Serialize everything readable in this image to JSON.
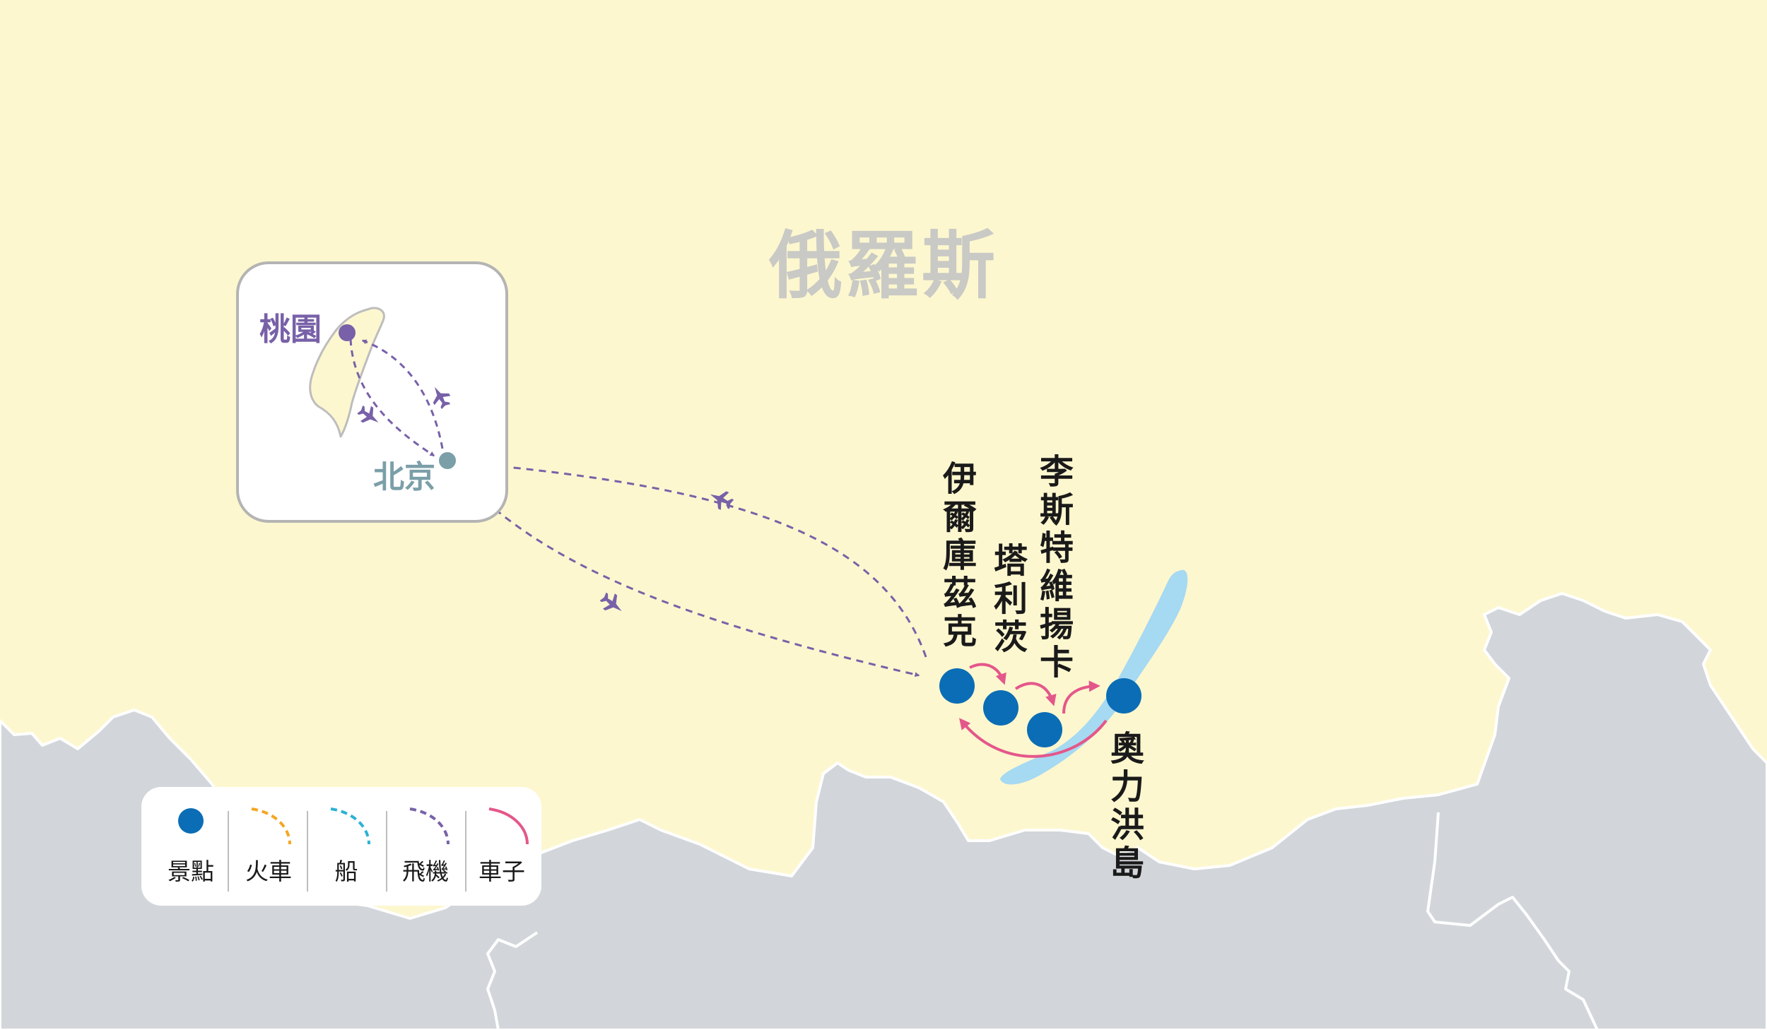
{
  "colors": {
    "land_russia": "#fdf7cf",
    "land_south": "#d2d6da",
    "border": "#ffffff",
    "lake": "#a6d9f2",
    "attraction": "#0b6db5",
    "train": "#f5a623",
    "boat": "#2cb2d4",
    "plane": "#7861a8",
    "car": "#e4578a",
    "taoyuan": "#7861a8",
    "beijing": "#7b9fa8",
    "country_label": "#c9c9c5"
  },
  "map": {
    "country_label": "俄羅斯"
  },
  "inset": {
    "taoyuan_label": "桃園",
    "beijing_label": "北京"
  },
  "places": {
    "irkutsk": "伊爾庫茲克",
    "talzy": "塔利茨",
    "listvyanka": "李斯特維揚卡",
    "olkhon": "奧力洪島"
  },
  "legend": {
    "items": [
      {
        "label": "景點",
        "icon": "dot-icon"
      },
      {
        "label": "火車",
        "icon": "train-route-icon"
      },
      {
        "label": "船",
        "icon": "boat-route-icon"
      },
      {
        "label": "飛機",
        "icon": "plane-route-icon"
      },
      {
        "label": "車子",
        "icon": "car-route-icon"
      }
    ]
  }
}
